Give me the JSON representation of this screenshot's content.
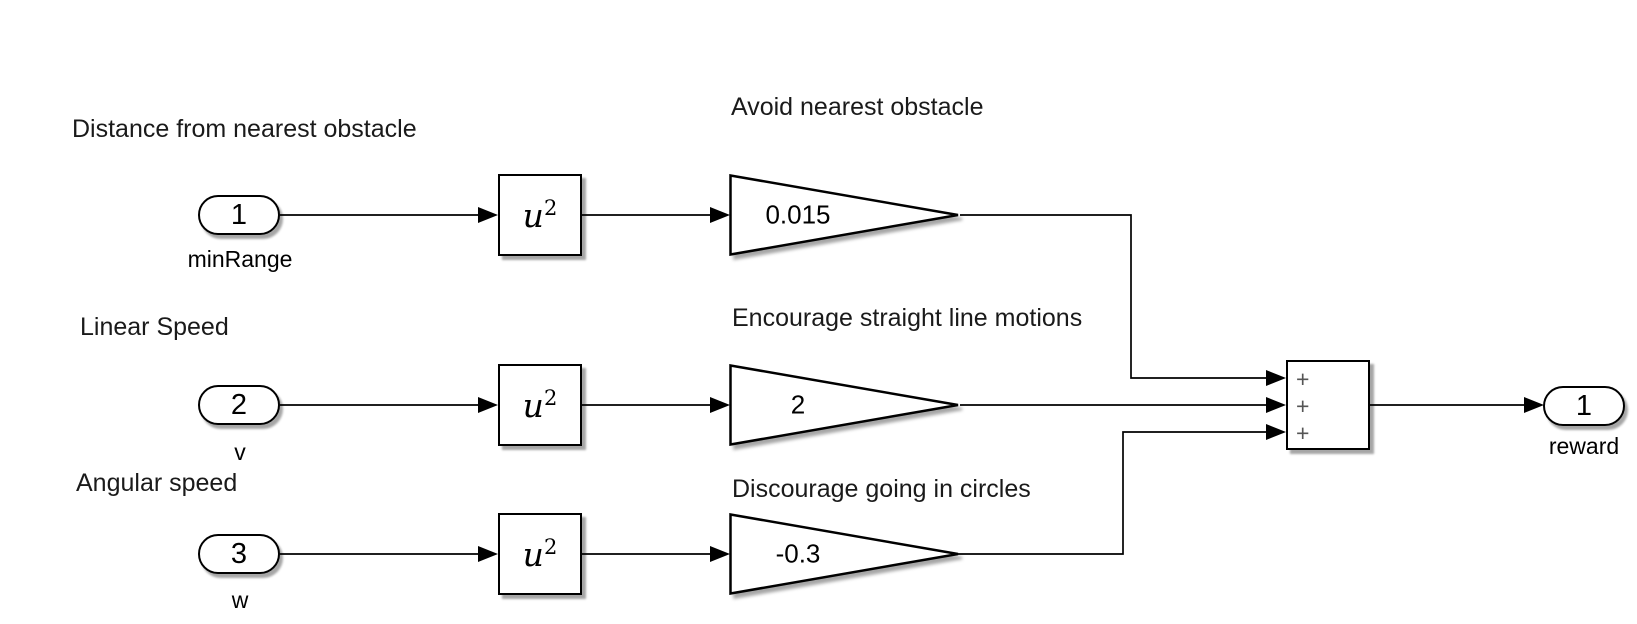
{
  "diagram": {
    "type": "simulink-block-diagram",
    "background_color": "#ffffff",
    "line_color": "#000000",
    "block_fill": "#ffffff",
    "sum_sign_color": "#555555"
  },
  "annotations": {
    "distance": "Distance from nearest obstacle",
    "avoid": "Avoid nearest obstacle",
    "linear": "Linear Speed",
    "encourage": "Encourage straight line motions",
    "angular": "Angular speed",
    "discourage": "Discourage going in circles"
  },
  "inports": [
    {
      "number": "1",
      "name": "minRange"
    },
    {
      "number": "2",
      "name": "v"
    },
    {
      "number": "3",
      "name": "w"
    }
  ],
  "square_block": {
    "base": "u",
    "exponent": "2"
  },
  "gains": [
    {
      "value": "0.015"
    },
    {
      "value": "2"
    },
    {
      "value": "-0.3"
    }
  ],
  "sum_block": {
    "signs": [
      "+",
      "+",
      "+"
    ]
  },
  "outport": {
    "number": "1",
    "name": "reward"
  }
}
